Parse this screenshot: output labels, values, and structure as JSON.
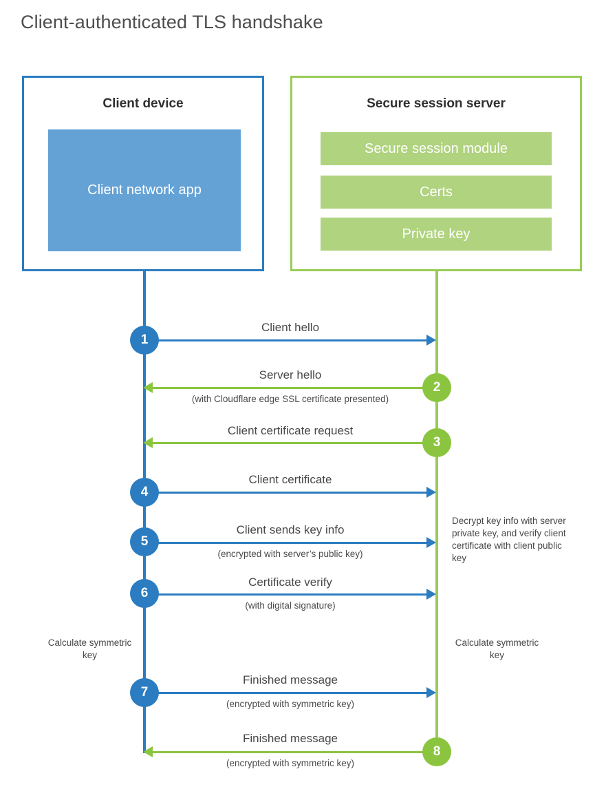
{
  "title": "Client-authenticated TLS handshake",
  "client": {
    "title": "Client device",
    "app_block": "Client network app"
  },
  "server": {
    "title": "Secure session server",
    "blocks": [
      "Secure session module",
      "Certs",
      "Private key"
    ]
  },
  "colors": {
    "client_blue": "#2b7cc0",
    "client_app_fill": "#64a2d6",
    "server_green": "#97cc55",
    "server_block_fill": "#afd37e",
    "arrow_green": "#8bc53f",
    "text": "#474747",
    "title_text": "#4d4d4d"
  },
  "messages": [
    {
      "step": "1",
      "label": "Client hello",
      "sublabel": "",
      "direction": "client-to-server",
      "color": "blue"
    },
    {
      "step": "2",
      "label": "Server hello",
      "sublabel": "(with Cloudflare edge SSL certificate presented)",
      "direction": "server-to-client",
      "color": "green"
    },
    {
      "step": "3",
      "label": "Client certificate request",
      "sublabel": "",
      "direction": "server-to-client",
      "color": "green"
    },
    {
      "step": "4",
      "label": "Client certificate",
      "sublabel": "",
      "direction": "client-to-server",
      "color": "blue"
    },
    {
      "step": "5",
      "label": "Client sends key info",
      "sublabel": "(encrypted with server’s public key)",
      "direction": "client-to-server",
      "color": "blue"
    },
    {
      "step": "6",
      "label": "Certificate verify",
      "sublabel": "(with digital signature)",
      "direction": "client-to-server",
      "color": "blue"
    },
    {
      "step": "7",
      "label": "Finished message",
      "sublabel": "(encrypted with symmetric key)",
      "direction": "client-to-server",
      "color": "blue"
    },
    {
      "step": "8",
      "label": "Finished message",
      "sublabel": "(encrypted with symmetric key)",
      "direction": "server-to-client",
      "color": "green"
    }
  ],
  "notes": {
    "server_decrypt": "Decrypt key info with server private key, and verify client certificate with client public key",
    "client_calc_symmetric": "Calculate symmetric key",
    "server_calc_symmetric": "Calculate symmetric key"
  }
}
